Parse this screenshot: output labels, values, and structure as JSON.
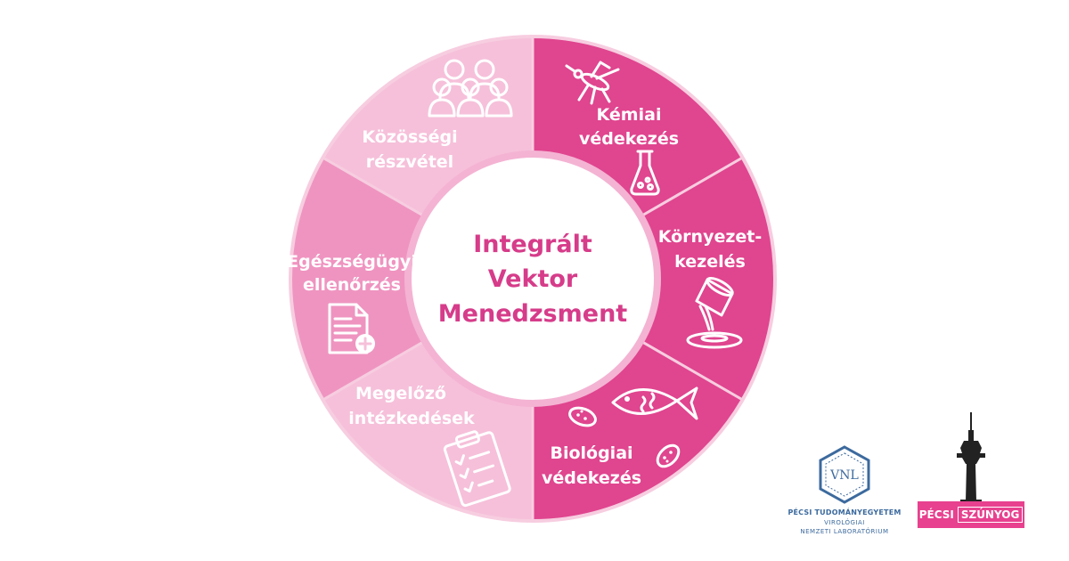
{
  "center": {
    "lines": [
      "Integrált",
      "Vektor",
      "Menedzsment"
    ]
  },
  "segments": [
    {
      "lines": [
        "Kémiai",
        "védekezés"
      ],
      "icons": [
        "mosquito-icon",
        "flask-icon"
      ]
    },
    {
      "lines": [
        "Környezet-",
        "kezelés"
      ],
      "icons": [
        "bucket-pouring-icon"
      ]
    },
    {
      "lines": [
        "Biológiai",
        "védekezés"
      ],
      "icons": [
        "fish-icon",
        "bacteria-icon"
      ]
    },
    {
      "lines": [
        "Megelőző",
        "intézkedések"
      ],
      "icons": [
        "clipboard-checklist-icon"
      ]
    },
    {
      "lines": [
        "Egészségügyi",
        "ellenőrzés"
      ],
      "icons": [
        "medical-document-icon"
      ]
    },
    {
      "lines": [
        "Közösségi",
        "részvétel"
      ],
      "icons": [
        "people-group-icon"
      ]
    }
  ],
  "colors": {
    "dark_pink": "#e0458f",
    "mid_pink": "#ef94c0",
    "light_pink": "#f6c0da",
    "divider": "#f7cde0",
    "center_text": "#d63c8a",
    "vnl_blue": "#3c6a9e",
    "badge_pink": "#e8418f"
  },
  "logos": {
    "vnl": {
      "mark": "VNL",
      "line1": "PÉCSI TUDOMÁNYEGYETEM",
      "line2": "VIROLÓGIAI",
      "line3": "NEMZETI LABORATÓRIUM"
    },
    "pecsi_szunyog": {
      "word1": "PÉCSI",
      "word2": "SZÚNYOG"
    }
  }
}
